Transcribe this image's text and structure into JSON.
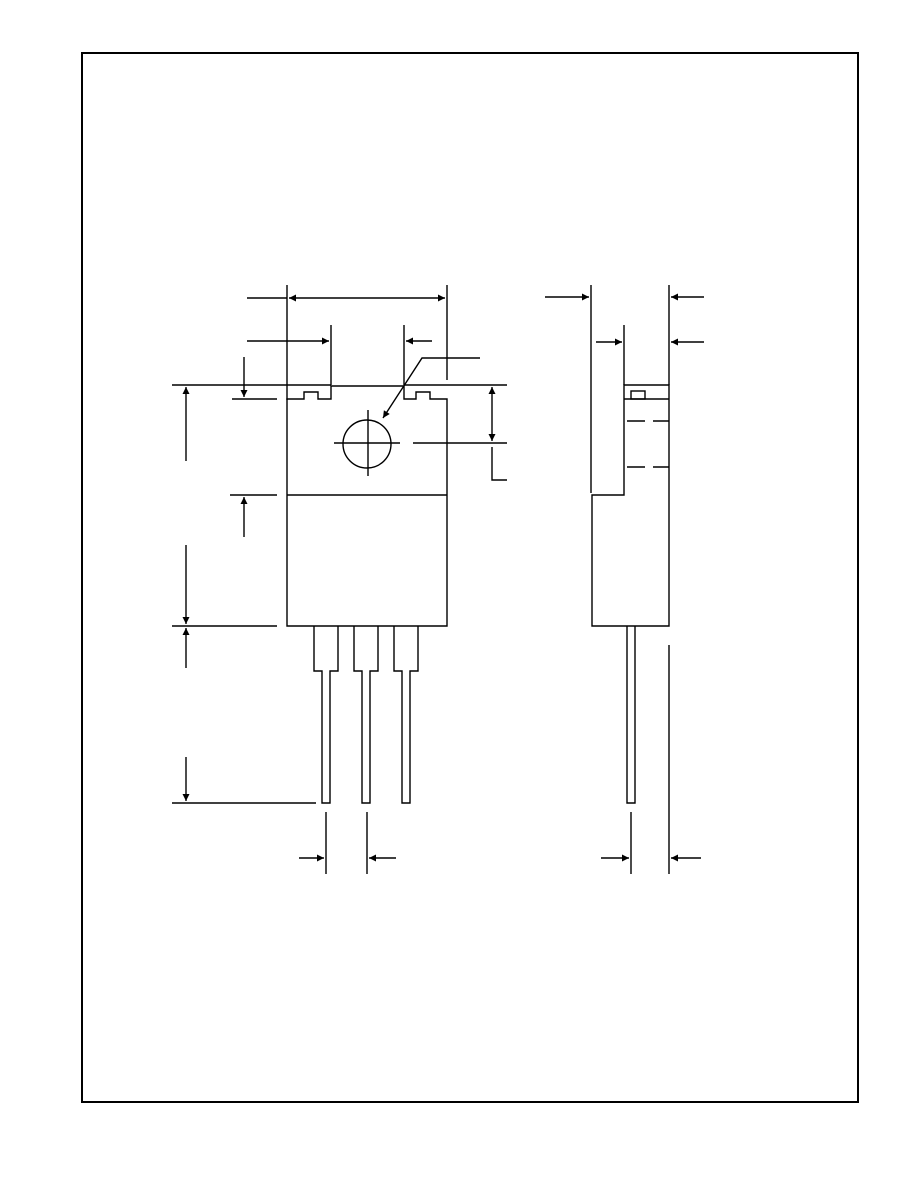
{
  "drawing": {
    "type": "mechanical-package-outline",
    "views": [
      "front-view",
      "side-view"
    ],
    "front_view": {
      "leads": 3
    },
    "dimension_labels": [],
    "colors": {
      "line": "#000000",
      "background": "#ffffff"
    }
  }
}
